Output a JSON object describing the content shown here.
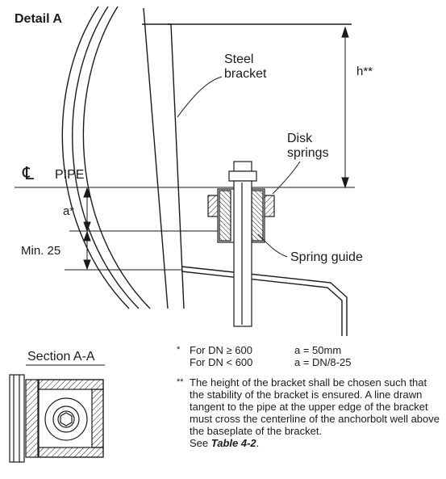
{
  "detail_title": "Detail A",
  "labels": {
    "steel_bracket_line1": "Steel",
    "steel_bracket_line2": "bracket",
    "height": "h**",
    "disk_springs_line1": "Disk",
    "disk_springs_line2": "springs",
    "centerline_symbol": "℄",
    "pipe": "PIPE",
    "a_dim": "a*",
    "min_dim": "Min. 25",
    "spring_guide": "Spring guide"
  },
  "section_title": "Section A-A",
  "notes": {
    "note1_marker": "*",
    "note1_line1_cond": "For DN ≥ 600",
    "note1_line1_val": "a = 50mm",
    "note1_line2_cond": "For DN < 600",
    "note1_line2_val": "a = DN/8-25",
    "note2_marker": "**",
    "note2_text": "The height of the bracket shall be chosen such that the stability of the bracket is ensured. A line drawn tangent to the pipe at the upper edge of the bracket must cross the centerline of the anchorbolt well above the baseplate of the bracket.",
    "note2_see": "See",
    "note2_ref": "Table 4-2",
    "note2_end": "."
  }
}
